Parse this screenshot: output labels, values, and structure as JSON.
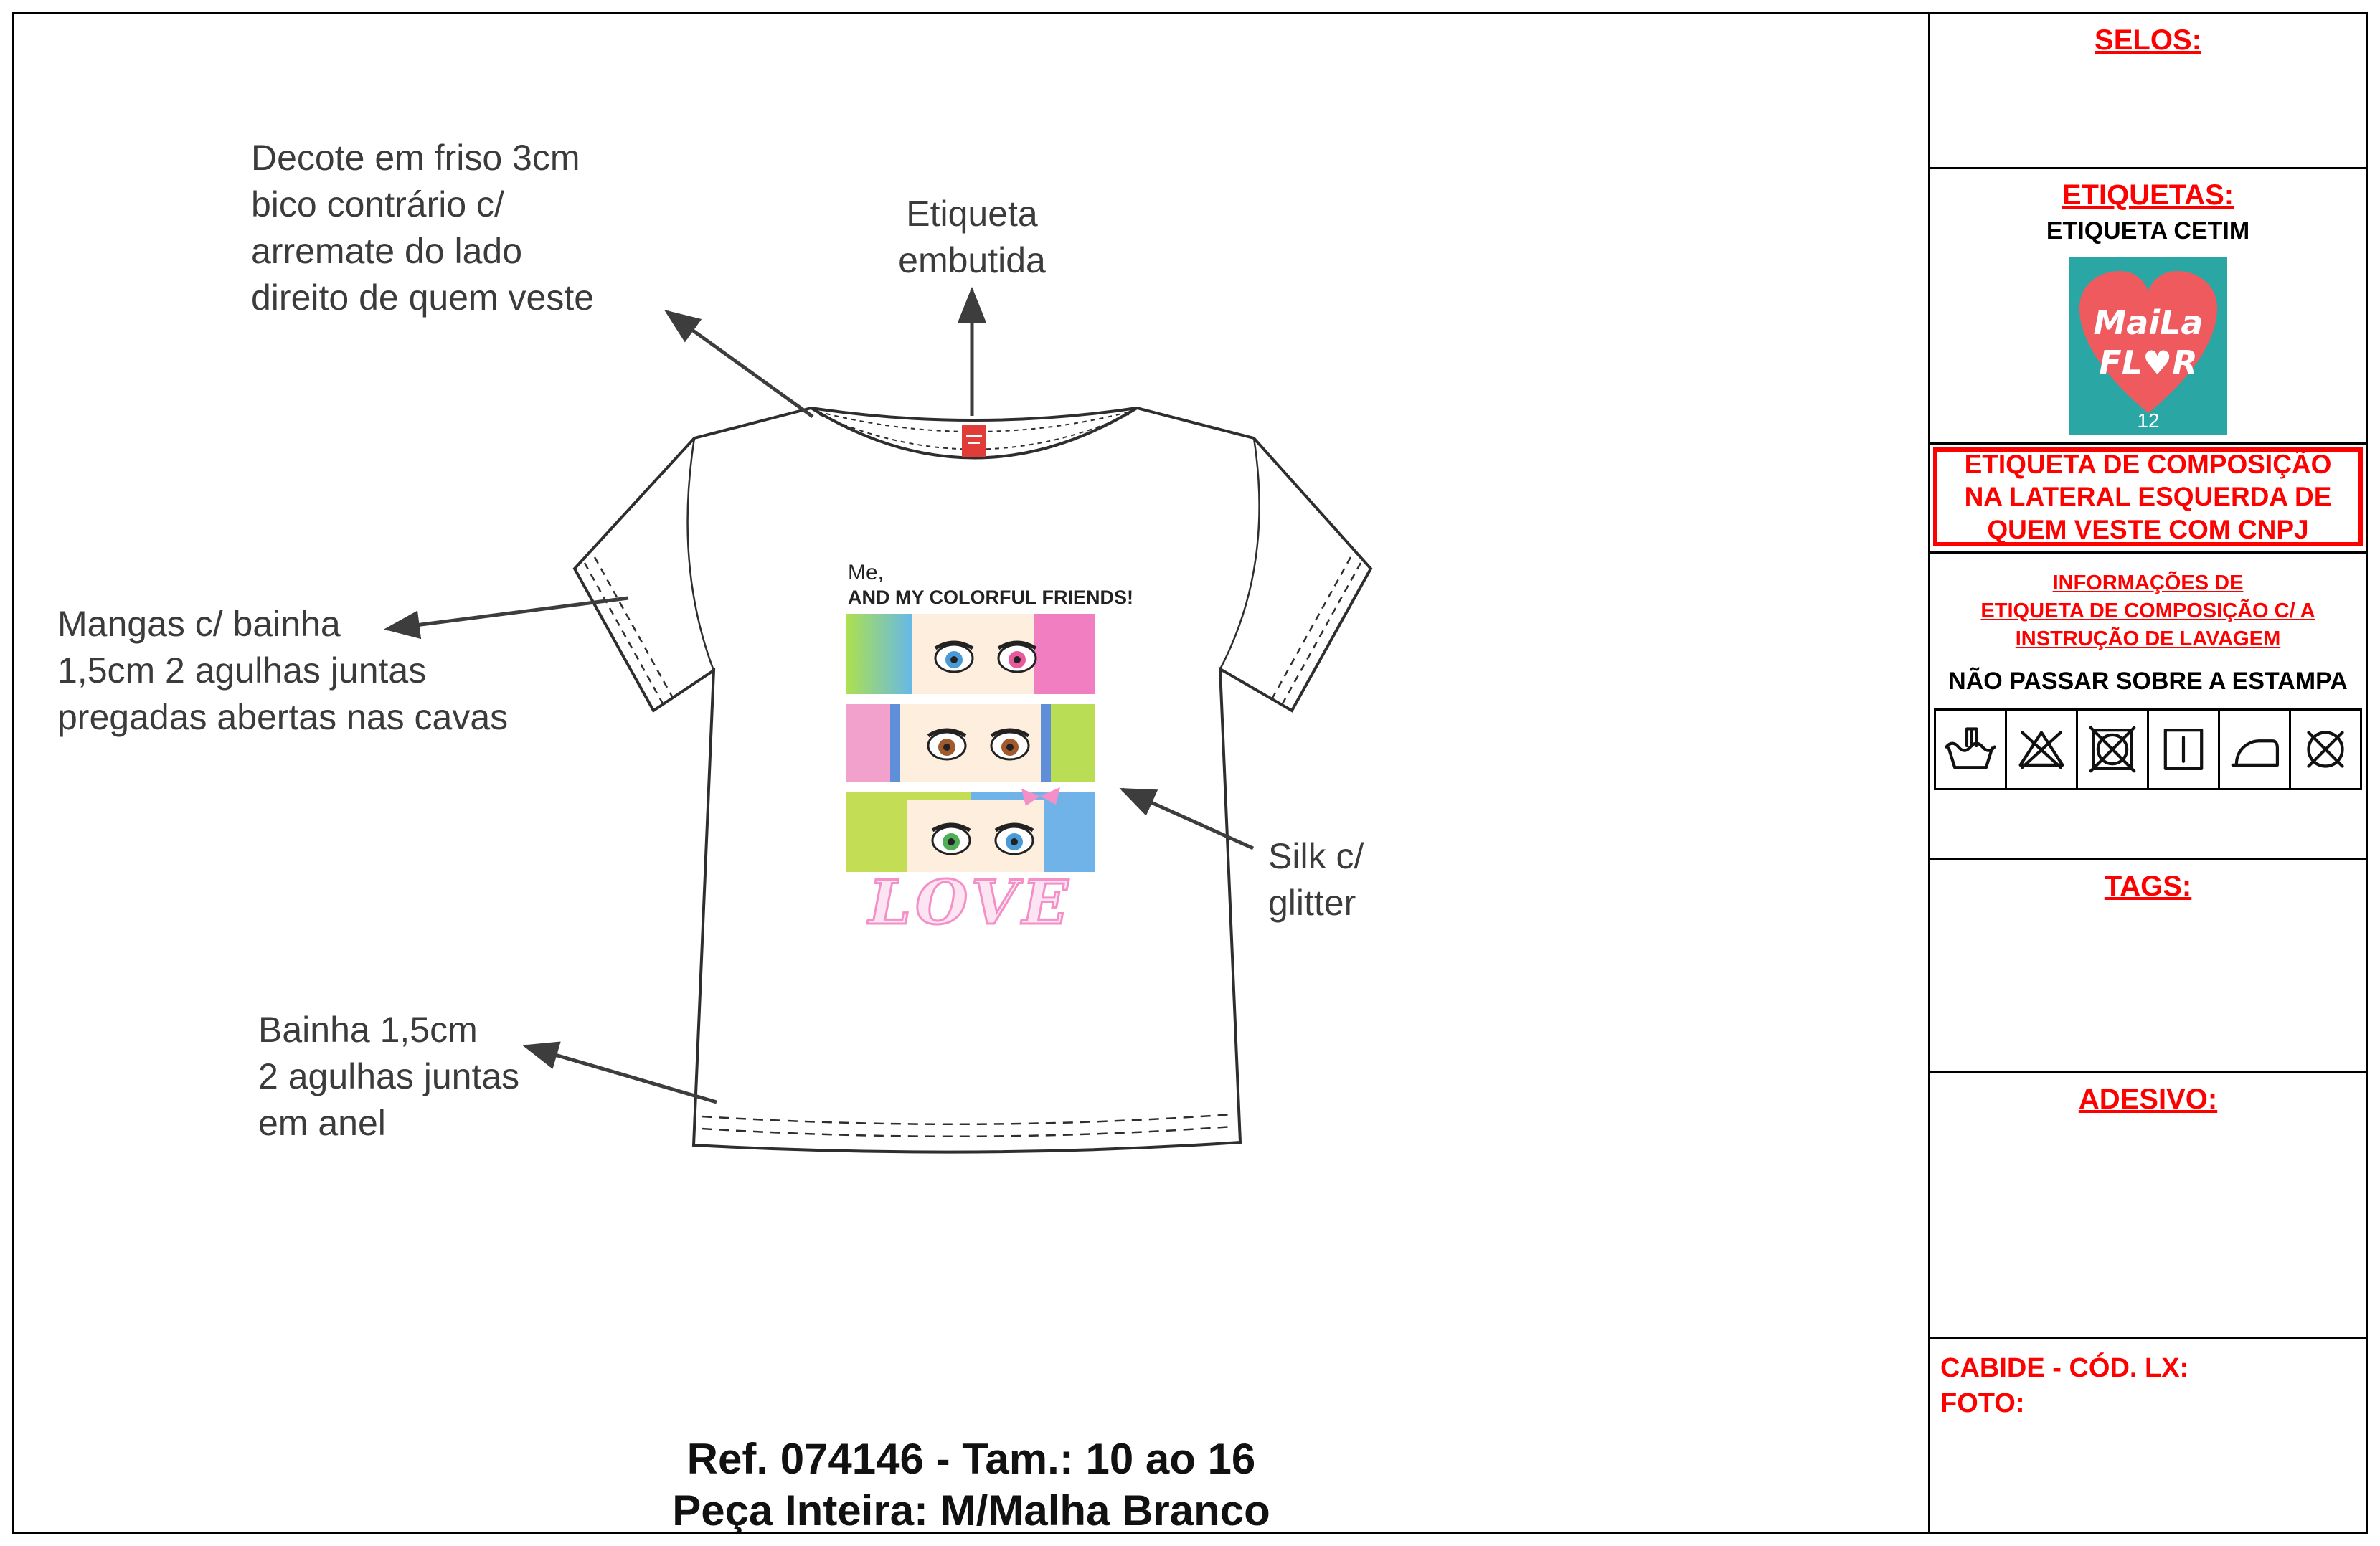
{
  "annotations": {
    "decote": "Decote em friso 3cm\nbico contrário c/\narremate do lado\ndireito de quem veste",
    "etiqueta": "Etiqueta\nembutida",
    "mangas": "Mangas c/ bainha\n1,5cm 2 agulhas juntas\npregadas abertas nas cavas",
    "silk": "Silk c/\nglitter",
    "bainha": "Bainha 1,5cm\n2 agulhas juntas\nem anel"
  },
  "print": {
    "line1": "Me,",
    "line2": "AND MY COLORFUL FRIENDS!",
    "love": "LOVE"
  },
  "footer": {
    "line1": "Ref. 074146 - Tam.: 10 ao 16",
    "line2": "Peça Inteira: M/Malha Branco"
  },
  "sidebar": {
    "selos": {
      "title": "SELOS:"
    },
    "etiquetas": {
      "title": "ETIQUETAS:",
      "subtitle": "ETIQUETA CETIM",
      "logo": {
        "line1": "MaiLa",
        "line2": "FL♥R",
        "size": "12"
      }
    },
    "composicao": {
      "text": "ETIQUETA DE COMPOSIÇÃO NA LATERAL ESQUERDA DE QUEM VESTE COM CNPJ"
    },
    "lavagem": {
      "header": "INFORMAÇÕES DE\nETIQUETA DE COMPOSIÇÃO C/ A\nINSTRUÇÃO DE LAVAGEM",
      "note": "NÃO PASSAR SOBRE A ESTAMPA",
      "icons": [
        "hand-wash",
        "do-not-bleach",
        "do-not-tumble-dry",
        "line-dry",
        "iron",
        "do-not-dry-clean"
      ]
    },
    "tags": {
      "title": "TAGS:"
    },
    "adesivo": {
      "title": "ADESIVO:"
    },
    "cabide": {
      "line1": "CABIDE - CÓD. LX:",
      "line2": "FOTO:"
    }
  },
  "colors": {
    "accent_red": "#ff0000",
    "logo_teal": "#2aa7a5",
    "logo_coral": "#ef5a5e",
    "neck_tag": "#e23c38",
    "love_pink": "#f48fc7"
  }
}
